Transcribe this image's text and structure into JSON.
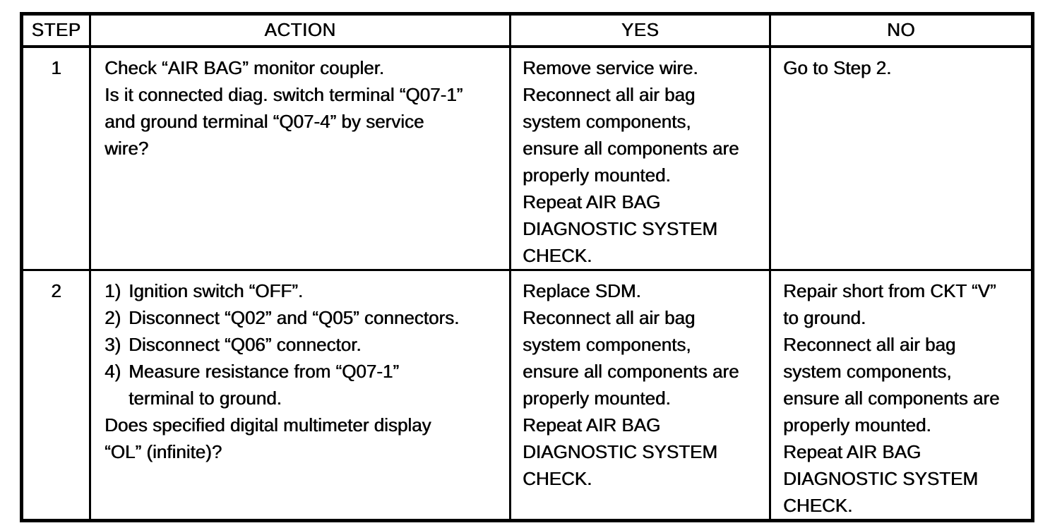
{
  "colors": {
    "border": "#000000",
    "background": "#ffffff",
    "text": "#000000"
  },
  "table": {
    "headers": [
      "STEP",
      "ACTION",
      "YES",
      "NO"
    ],
    "rows": [
      {
        "step": "1",
        "action": {
          "paragraphs": [
            "Check “AIR BAG” monitor coupler.",
            "Is it connected diag. switch terminal “Q07-1”\nand ground terminal “Q07-4” by service\nwire?"
          ]
        },
        "yes": [
          "Remove service wire.",
          "Reconnect all air bag\nsystem components,\nensure all components are\nproperly mounted.",
          "Repeat AIR BAG\nDIAGNOSTIC SYSTEM\nCHECK."
        ],
        "no": [
          "Go to Step 2."
        ]
      },
      {
        "step": "2",
        "action": {
          "list": [
            {
              "num": "1)",
              "text": "Ignition switch “OFF”."
            },
            {
              "num": "2)",
              "text": "Disconnect “Q02” and “Q05” connectors."
            },
            {
              "num": "3)",
              "text": "Disconnect “Q06” connector."
            },
            {
              "num": "4)",
              "text": "Measure resistance from “Q07-1”\nterminal to ground."
            }
          ],
          "question": "Does specified digital multimeter display\n“OL” (infinite)?"
        },
        "yes": [
          "Replace SDM.",
          "Reconnect all air bag\nsystem components,\nensure all components are\nproperly mounted.",
          "Repeat AIR BAG\nDIAGNOSTIC SYSTEM\nCHECK."
        ],
        "no": [
          "Repair short from CKT “V”\nto ground.",
          "Reconnect all air bag\nsystem components,\nensure all components are\nproperly mounted.",
          "Repeat AIR BAG\nDIAGNOSTIC SYSTEM\nCHECK."
        ]
      }
    ]
  }
}
